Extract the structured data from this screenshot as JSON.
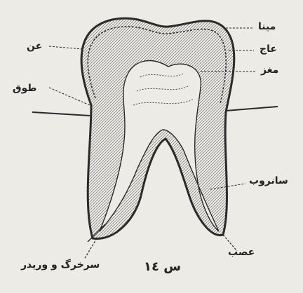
{
  "diagram": {
    "labels": {
      "enamel": "مینا",
      "dentin": "عاج",
      "pulp": "مغز",
      "root_cement": "سانروب",
      "nerve_canal": "عصب",
      "crown_left": "عن",
      "crown_left_2": "طوق",
      "vessels": "سرخرگ و وریدر",
      "figure_number": "س ١٤"
    },
    "colors": {
      "paper": "#ecebe6",
      "ink": "#2a2a2a"
    }
  }
}
